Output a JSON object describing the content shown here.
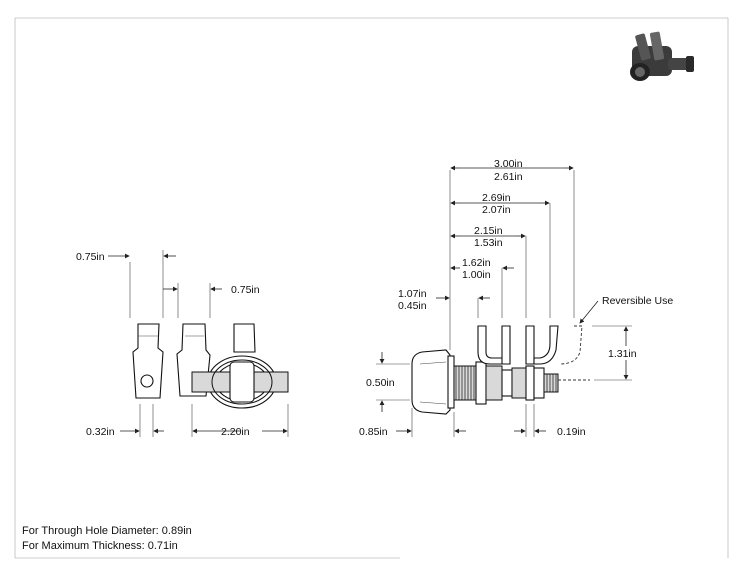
{
  "dimensions": {
    "left_top_width": "0.75in",
    "left_mid_width": "0.75in",
    "left_bottom_hole": "0.32in",
    "left_bottom_length": "2.20in",
    "right_overall_max": "3.00in",
    "right_overall_min": "2.61in",
    "right_second_max": "2.69in",
    "right_second_min": "2.07in",
    "right_third_max": "2.15in",
    "right_third_min": "1.53in",
    "right_fourth_max": "1.62in",
    "right_fourth_min": "1.00in",
    "right_fifth_max": "1.07in",
    "right_fifth_min": "0.45in",
    "right_height": "1.31in",
    "right_body_dia": "0.50in",
    "right_head": "0.85in",
    "right_nut": "0.19in"
  },
  "callouts": {
    "reversible": "Reversible Use"
  },
  "notes": {
    "hole_diameter": "For Through Hole Diameter: 0.89in",
    "max_thickness": "For Maximum Thickness: 0.71in"
  }
}
